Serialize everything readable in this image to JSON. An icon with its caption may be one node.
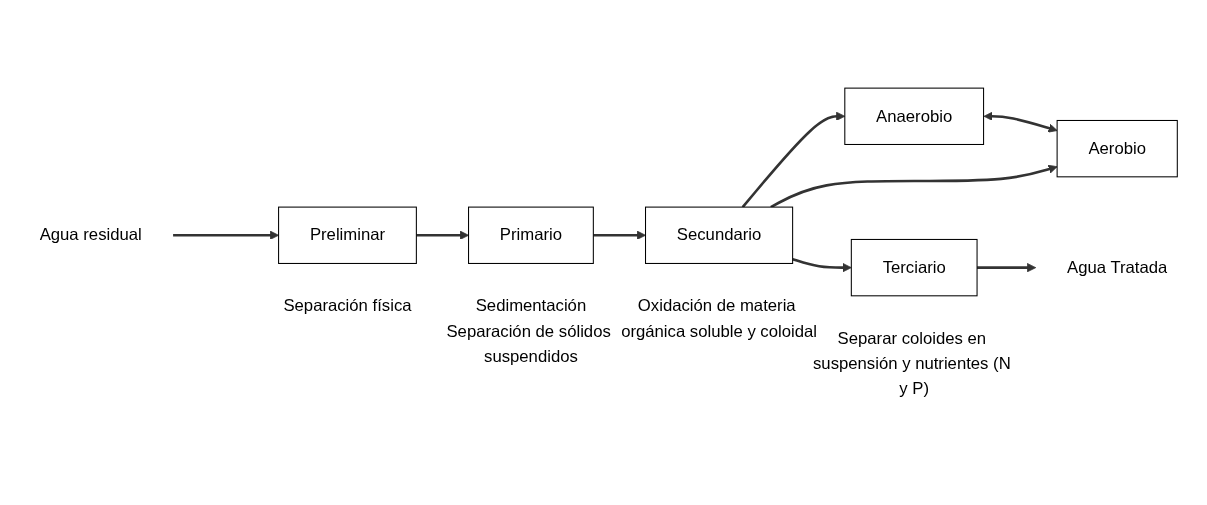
{
  "diagram": {
    "nodes": [
      {
        "text": [
          "Anaerobio"
        ]
      },
      {
        "text": [
          "Aerobio"
        ]
      },
      {
        "text": [
          "Agua residual"
        ]
      },
      {
        "text": [
          "Preliminar"
        ],
        "beside": [
          "Separación física"
        ]
      },
      {
        "text": [
          "Primario"
        ],
        "beside": [
          "Sedimentación",
          "Separación de sólidos suspendidos"
        ]
      },
      {
        "text": [
          "Secundario"
        ],
        "beside": [
          "Oxidación de materia orgánica soluble y coloidal"
        ]
      },
      {
        "text": [
          "Terciario"
        ],
        "beside": [
          "Separar coloides en suspensión y nutrientes (N y P)"
        ]
      },
      {
        "text": [
          "Agua Tratada"
        ]
      }
    ],
    "edges": [
      {
        "from": 2,
        "to": 3,
        "arrow": "to"
      },
      {
        "from": 3,
        "to": 4,
        "arrow": "to"
      },
      {
        "from": 4,
        "to": 5,
        "arrow": "to"
      },
      {
        "from": 5,
        "to": 6,
        "arrow": "to"
      },
      {
        "from": 6,
        "to": 7,
        "arrow": "to"
      },
      {
        "from": 5,
        "to": 0,
        "arrow": "to"
      },
      {
        "from": 5,
        "to": 1,
        "arrow": "to"
      },
      {
        "from": 0,
        "to": 1,
        "arrow": "both"
      }
    ]
  }
}
